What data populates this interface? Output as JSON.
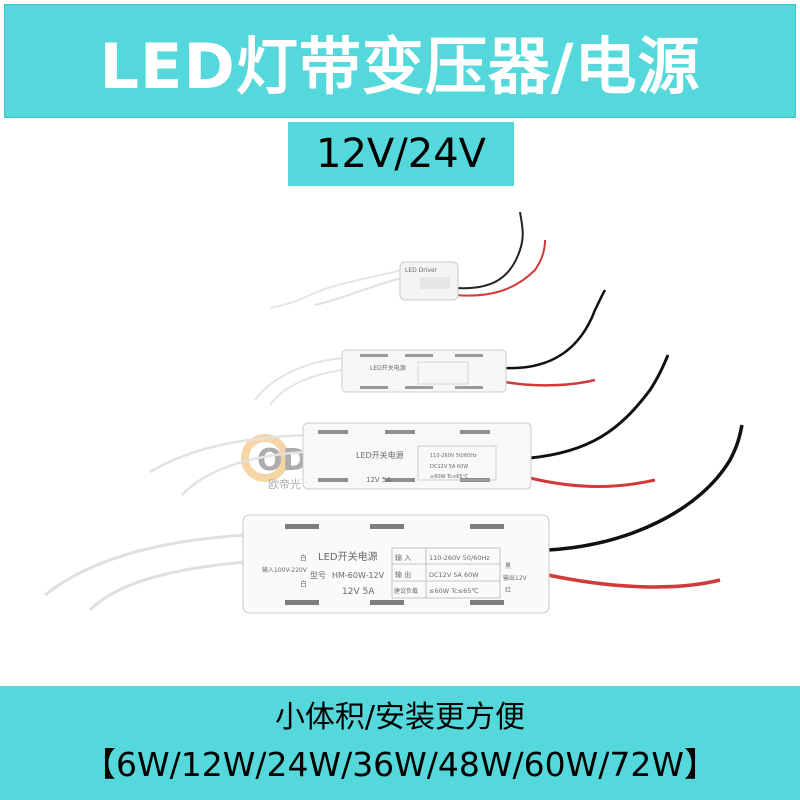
{
  "banner": {
    "title": "LED灯带变压器/电源",
    "subtitle": "12V/24V"
  },
  "colors": {
    "banner_bg": "#55d8db",
    "title_text": "#ffffff",
    "body_text": "#000000"
  },
  "product": {
    "driver_small_label": "LED Driver",
    "driver_large_name": "LED开关电源",
    "watermark_brand": "ODG",
    "watermark_sub": "欧帝光",
    "spec_in_label": "输 入",
    "spec_in_value": "110-260V 50/60Hz",
    "spec_out_label": "输 出",
    "spec_out_value": "DC12V 5A 60W",
    "spec_load_label": "建议负载",
    "spec_load_value": "≤60W Tc≤65℃",
    "model_label": "型号",
    "model_value": "HM-60W-12V",
    "rating": "12V 5A",
    "input_range": "输入100V-220V",
    "white_lead": "白",
    "black_lead": "黑",
    "red_lead": "红",
    "output_12v": "输出12V"
  },
  "footer": {
    "feature": "小体积/安装更方便",
    "wattages": "【6W/12W/24W/36W/48W/60W/72W】"
  }
}
